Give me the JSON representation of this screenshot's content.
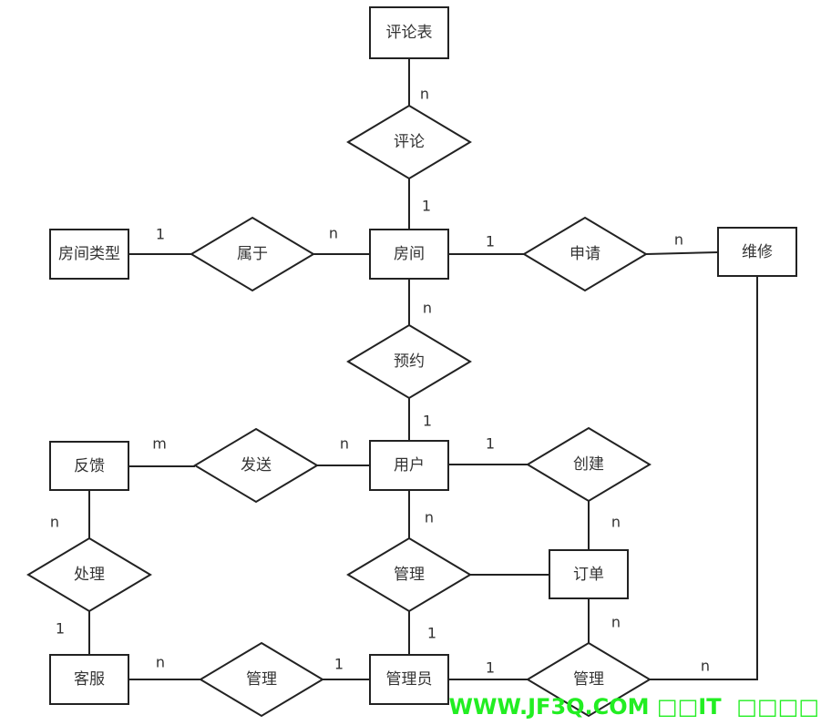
{
  "entities": {
    "review_table": "评论表",
    "room": "房间",
    "room_type": "房间类型",
    "repair": "维修",
    "user": "用户",
    "feedback": "反馈",
    "order": "订单",
    "customer_service": "客服",
    "admin": "管理员"
  },
  "relationships": {
    "review": "评论",
    "belongs": "属于",
    "apply": "申请",
    "reserve": "预约",
    "send": "发送",
    "create": "创建",
    "handle": "处理",
    "manage_user": "管理",
    "manage_cs": "管理",
    "manage_repair": "管理"
  },
  "cardinalities": {
    "review_table_review": "n",
    "review_room": "1",
    "room_type_belongs": "1",
    "belongs_room": "n",
    "room_apply": "1",
    "apply_repair": "n",
    "room_reserve": "n",
    "reserve_user": "1",
    "feedback_send": "m",
    "send_user": "n",
    "user_create": "1",
    "feedback_handle": "n",
    "user_manage": "n",
    "create_order": "n",
    "handle_cs": "1",
    "manage_admin": "1",
    "order_manage": "n",
    "cs_manage": "n",
    "manage_admin2": "1",
    "admin_manage": "1",
    "repair_manage": "n"
  },
  "watermark": {
    "text": "WWW.JF3Q.COM □□IT  □□□□"
  }
}
